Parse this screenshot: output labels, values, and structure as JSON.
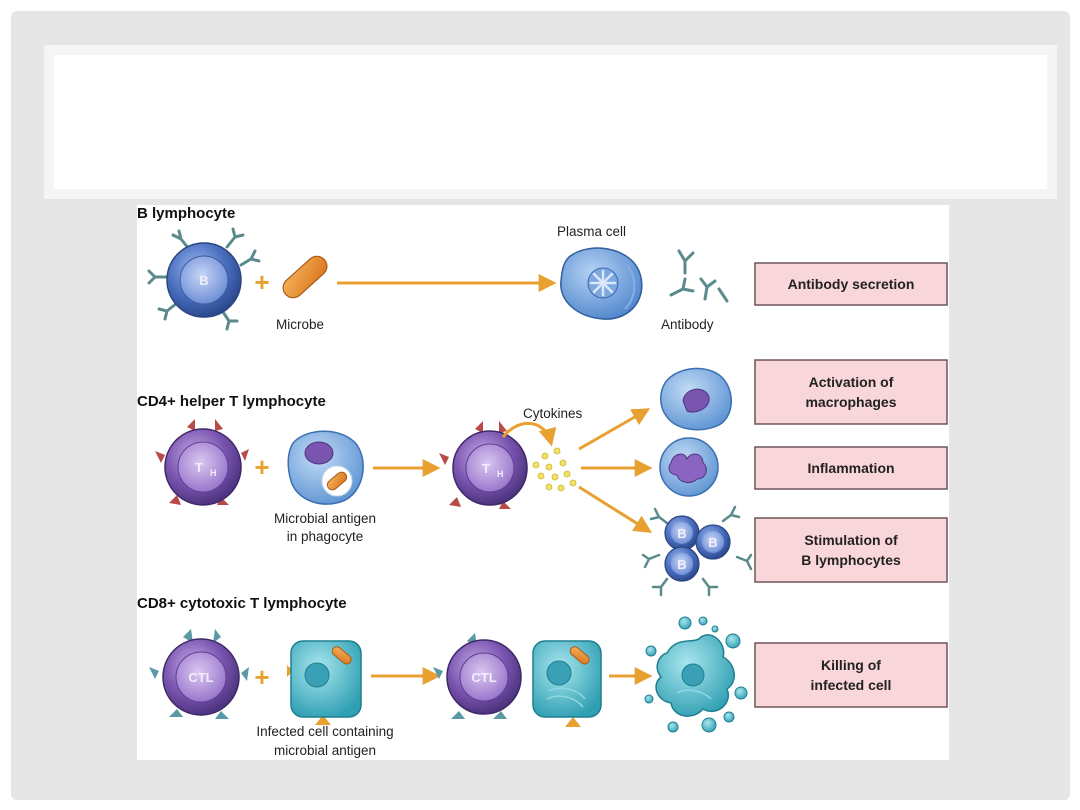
{
  "slide": {
    "title": ""
  },
  "diagram": {
    "rows": [
      {
        "header": "B lymphocyte",
        "cell_letter": "B",
        "labels": {
          "microbe": "Microbe",
          "plasma_cell": "Plasma cell",
          "antibody": "Antibody"
        },
        "outcomes": [
          {
            "lines": [
              "Antibody secretion"
            ]
          }
        ]
      },
      {
        "header": "CD4+ helper T lymphocyte",
        "cell_letter": "T",
        "cell_subscript": "H",
        "labels": {
          "cytokines": "Cytokines",
          "phagocyte_line1": "Microbial antigen",
          "phagocyte_line2": "in phagocyte",
          "b_cell": "B"
        },
        "outcomes": [
          {
            "lines": [
              "Activation of",
              "macrophages"
            ]
          },
          {
            "lines": [
              "Inflammation"
            ]
          },
          {
            "lines": [
              "Stimulation of",
              "B lymphocytes"
            ]
          }
        ]
      },
      {
        "header": "CD8+ cytotoxic T lymphocyte",
        "cell_letter": "CTL",
        "labels": {
          "infected_line1": "Infected cell containing",
          "infected_line2": "microbial antigen"
        },
        "outcomes": [
          {
            "lines": [
              "Killing of",
              "infected cell"
            ]
          }
        ]
      }
    ],
    "plus_sign": "+",
    "colors": {
      "b_cell": "#4a6fc0",
      "t_cell": "#7a55b0",
      "microbe": "#e8892a",
      "arrow": "#e8a030",
      "outcome_fill": "#f9d6d9",
      "outcome_stroke": "#6e5559",
      "infected_cell": "#4cb3c4"
    }
  }
}
